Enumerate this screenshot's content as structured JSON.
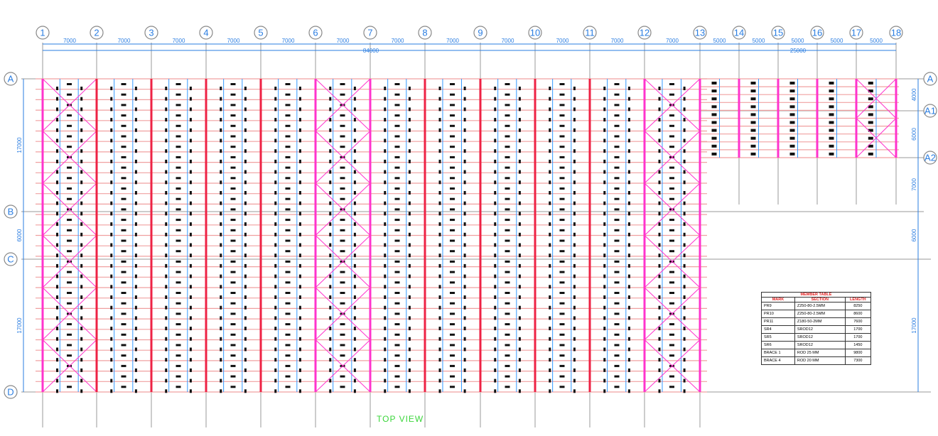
{
  "grid_columns": [
    {
      "label": "1"
    },
    {
      "label": "2"
    },
    {
      "label": "3"
    },
    {
      "label": "4"
    },
    {
      "label": "5"
    },
    {
      "label": "6"
    },
    {
      "label": "7"
    },
    {
      "label": "8"
    },
    {
      "label": "9"
    },
    {
      "label": "10"
    },
    {
      "label": "11"
    },
    {
      "label": "12"
    },
    {
      "label": "13"
    },
    {
      "label": "14"
    },
    {
      "label": "15"
    },
    {
      "label": "16"
    },
    {
      "label": "17"
    },
    {
      "label": "18"
    }
  ],
  "grid_rows": [
    {
      "label": "A"
    },
    {
      "label": "A1"
    },
    {
      "label": "A2"
    },
    {
      "label": "B"
    },
    {
      "label": "C"
    },
    {
      "label": "D"
    }
  ],
  "top_bay_dims": [
    "7000",
    "7000",
    "7000",
    "7000",
    "7000",
    "7000",
    "7000",
    "7000",
    "7000",
    "7000",
    "7000",
    "7000",
    "5000",
    "5000",
    "5000",
    "5000",
    "5000"
  ],
  "top_totals": [
    "84000",
    "25000"
  ],
  "left_dims": [
    "17000",
    "6000",
    "17000"
  ],
  "right_dims": [
    "4000",
    "6000",
    "7000",
    "6000",
    "17000"
  ],
  "view_title": "TOP VIEW",
  "member_table": {
    "title": "MEMBER TABLE",
    "headers": [
      "MARK",
      "SECTION",
      "LENGTH"
    ],
    "rows": [
      [
        "PR9",
        "Z250-80-2.5MM",
        "8250"
      ],
      [
        "PR10",
        "Z250-80-2.5MM",
        "8600"
      ],
      [
        "PR11",
        "Z180-50-2MM",
        "7600"
      ],
      [
        "SR4",
        "SROD12",
        "1700"
      ],
      [
        "SR5",
        "SROD12",
        "1700"
      ],
      [
        "SR6",
        "SROD12",
        "1450"
      ],
      [
        "BRACE 1",
        "ROD 25 MM",
        "9800"
      ],
      [
        "BRACE 4",
        "ROD 20 MM",
        "7300"
      ]
    ]
  },
  "colors": {
    "rafter": "#ee2244",
    "brace": "#ff33cc",
    "purlin": "#f0a0a0",
    "sagrod": "#3399ff",
    "grid": "#999999",
    "dim": "#2a7de1"
  }
}
